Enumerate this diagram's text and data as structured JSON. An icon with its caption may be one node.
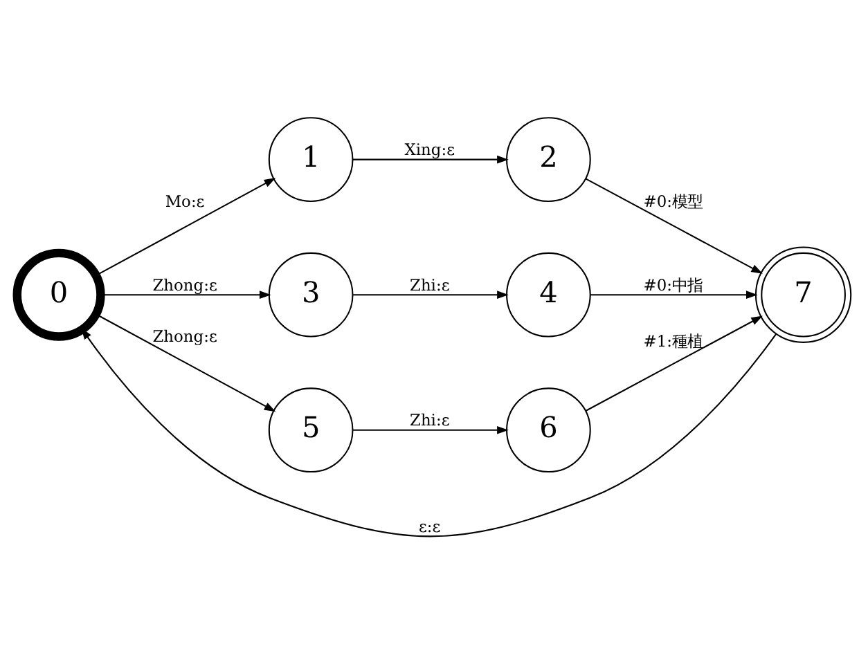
{
  "diagram": {
    "nodes": [
      {
        "text": [
          "0"
        ]
      },
      {
        "text": [
          "1"
        ]
      },
      {
        "text": [
          "2"
        ]
      },
      {
        "text": [
          "3"
        ]
      },
      {
        "text": [
          "4"
        ]
      },
      {
        "text": [
          "5"
        ]
      },
      {
        "text": [
          "6"
        ]
      },
      {
        "text": [
          "7"
        ]
      }
    ],
    "edges": [
      {
        "from": 0,
        "to": 1,
        "arrow": "to",
        "label": "Mo:ε"
      },
      {
        "from": 1,
        "to": 2,
        "arrow": "to",
        "label": "Xing:ε"
      },
      {
        "from": 2,
        "to": 7,
        "arrow": "to",
        "label": "#0:模型"
      },
      {
        "from": 0,
        "to": 3,
        "arrow": "to",
        "label": "Zhong:ε"
      },
      {
        "from": 3,
        "to": 4,
        "arrow": "to",
        "label": "Zhi:ε"
      },
      {
        "from": 4,
        "to": 7,
        "arrow": "to",
        "label": "#0:中指"
      },
      {
        "from": 0,
        "to": 5,
        "arrow": "to",
        "label": "Zhong:ε"
      },
      {
        "from": 5,
        "to": 6,
        "arrow": "to",
        "label": "Zhi:ε"
      },
      {
        "from": 6,
        "to": 7,
        "arrow": "to",
        "label": "#1:種植"
      },
      {
        "from": 7,
        "to": 0,
        "arrow": "to",
        "label": "ε:ε"
      }
    ]
  }
}
